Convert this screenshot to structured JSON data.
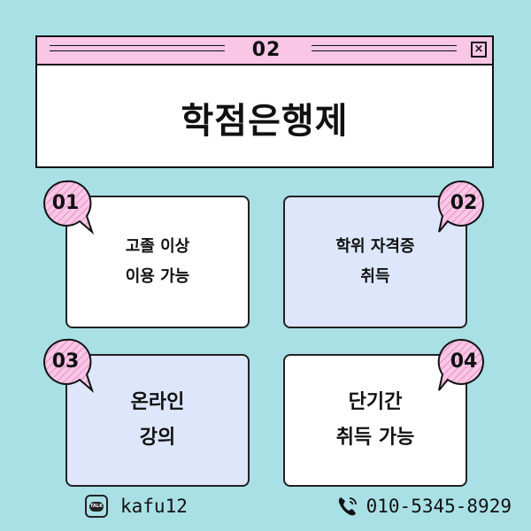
{
  "window": {
    "number": "02",
    "close_glyph": "×",
    "title": "학점은행제"
  },
  "cards": [
    {
      "badge": "01",
      "lines": [
        "고졸 이상",
        "이용 가능"
      ]
    },
    {
      "badge": "02",
      "lines": [
        "학위 자격증",
        "취득"
      ]
    },
    {
      "badge": "03",
      "lines": [
        "온라인",
        "강의"
      ]
    },
    {
      "badge": "04",
      "lines": [
        "단기간",
        "취득 가능"
      ]
    }
  ],
  "footer": {
    "talk_icon_label": "TALK",
    "kakao_id": "kafu12",
    "phone": "010-5345-8929"
  },
  "colors": {
    "background": "#a9e0e6",
    "pink": "#f9c6e6",
    "card_blue": "#dde6fb"
  }
}
